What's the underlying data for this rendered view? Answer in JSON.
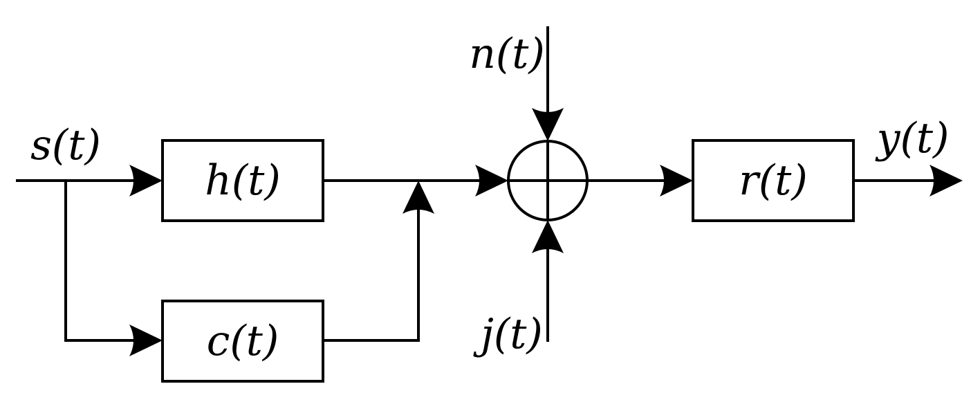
{
  "blocks": {
    "h": {
      "label": "h(t)"
    },
    "c": {
      "label": "c(t)"
    },
    "r": {
      "label": "r(t)"
    }
  },
  "signals": {
    "input": "s(t)",
    "noise": "n(t)",
    "jamming": "j(t)",
    "output": "y(t)"
  },
  "colors": {
    "stroke": "#000000",
    "background": "#ffffff"
  }
}
